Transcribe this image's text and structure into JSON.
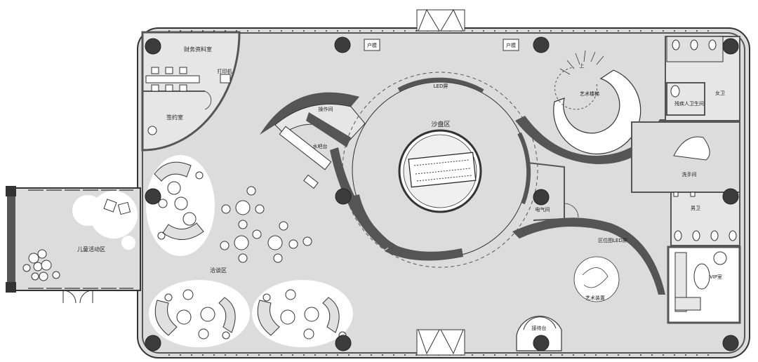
{
  "labels": {
    "finance_room": "财务资料室",
    "printer": "打印机",
    "contract_room": "签约室",
    "household_left": "户模",
    "household_right": "户模",
    "led_screen": "LED屏",
    "operation_room": "操作间",
    "water_bar": "水吧台",
    "sand_table_area": "沙盘区",
    "art_staircase": "艺术楼梯",
    "stairs_up": "上",
    "disabled_toilet": "残疾人卫生间",
    "female_toilet": "女卫",
    "washroom": "洗手间",
    "male_toilet": "男卫",
    "electrical_room": "电气间",
    "location_led": "区位图LED屏",
    "vip_room": "VIP室",
    "art_installation": "艺术装置",
    "reception_desk": "接待台",
    "negotiation_area": "洽谈区",
    "children_area": "儿童活动区"
  },
  "colors": {
    "floor": "#dcdcdc",
    "wall": "#555555",
    "column": "#3c3c3c",
    "room_white": "#ffffff",
    "line": "#333333"
  }
}
